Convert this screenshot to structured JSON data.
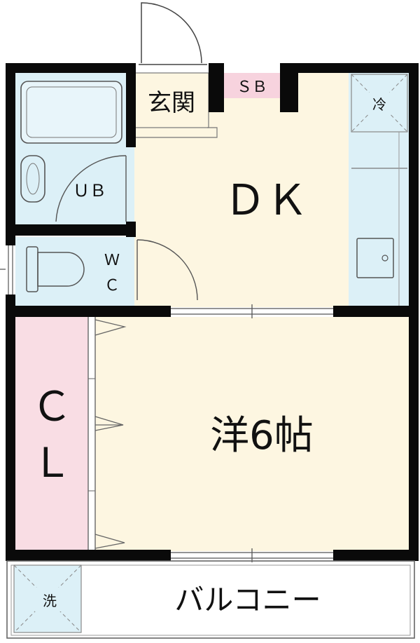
{
  "colors": {
    "wall": "#0a0a0a",
    "wet_area": "#dcefF7",
    "living": "#fdf6e1",
    "closet": "#f9dde4",
    "entrance": "#fbf3d8",
    "shoe_box": "#f7d3de",
    "balcony": "#ffffff"
  },
  "labels": {
    "genkan": "玄関",
    "shoe_box": "ＳＢ",
    "fridge": "冷",
    "unit_bath": "ＵＢ",
    "dk": "ＤＫ",
    "wc_w": "Ｗ",
    "wc_c": "Ｃ",
    "cl_c": "Ｃ",
    "cl_l": "Ｌ",
    "western_room": "洋6帖",
    "balcony": "バルコニー",
    "washer": "洗"
  }
}
